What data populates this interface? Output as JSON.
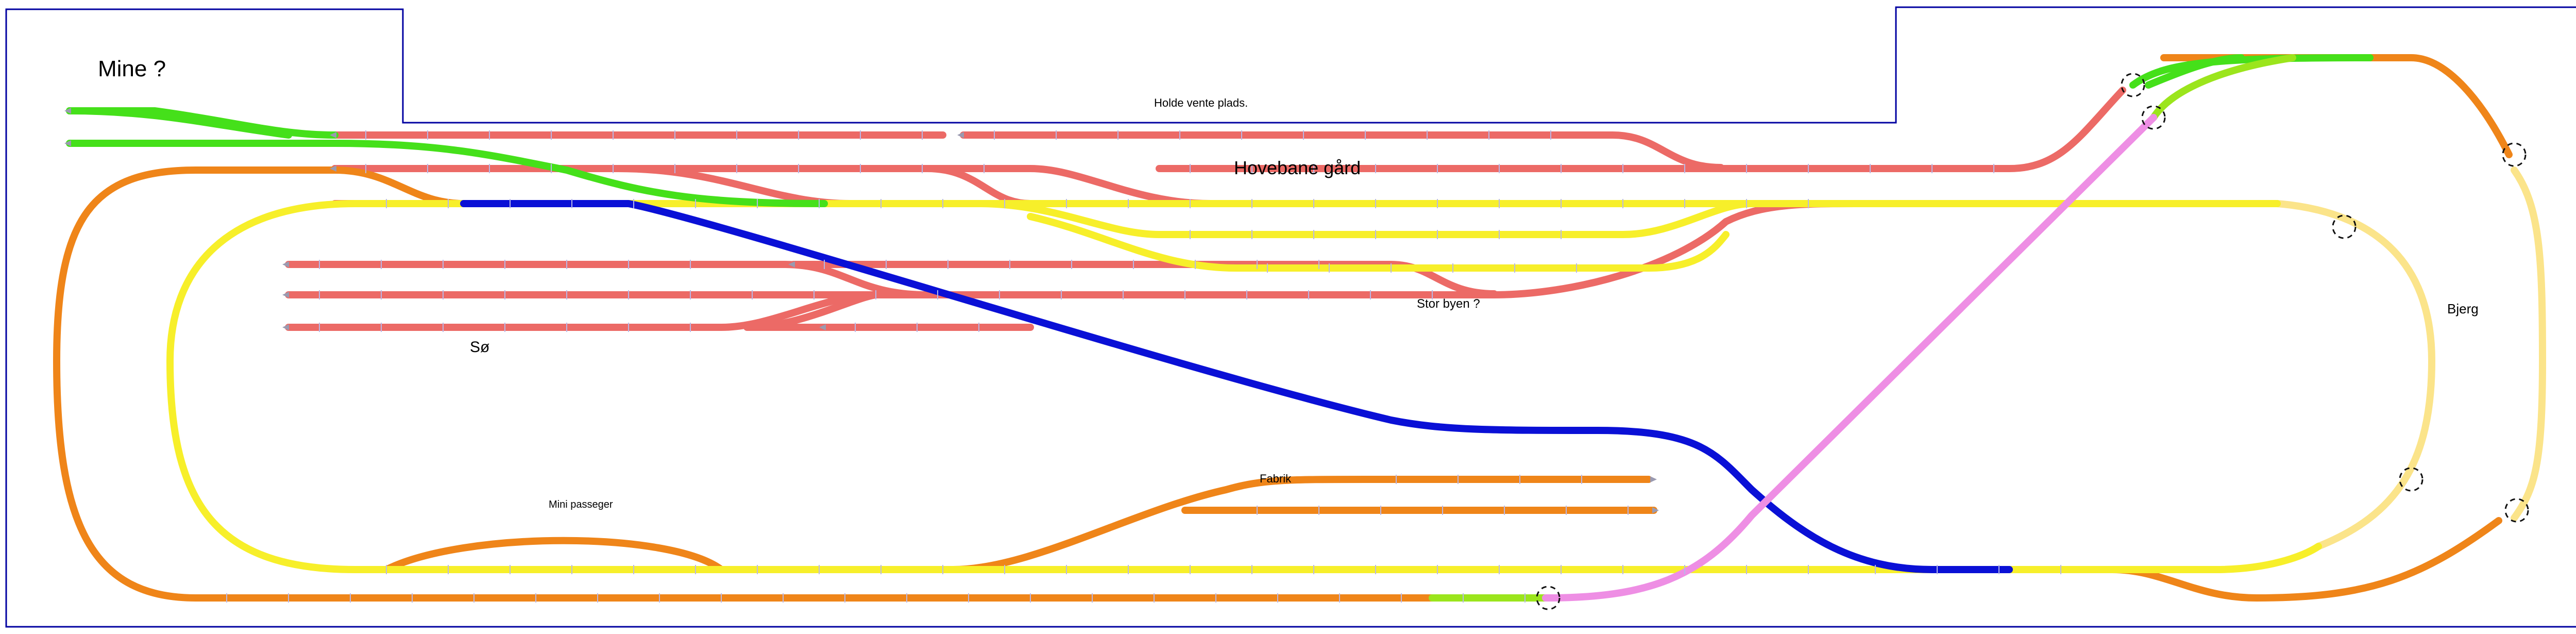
{
  "title": "Mine ?",
  "labels": {
    "holde": "Holde vente plads.",
    "hovebane": "Hovebane gård",
    "soe": "Sø",
    "stor_byen": "Stor byen ?",
    "bjerg": "Bjerg",
    "mini_passeger": "Mini passeger",
    "fabrik": "Fabrik"
  },
  "track_colors": {
    "red_yard": "#ec6a66",
    "yellow_main": "#f7ef2a",
    "yellow_light": "#fbe48a",
    "orange_outer": "#ef8519",
    "blue_diagonal": "#0a10d6",
    "green_branch": "#45e01a",
    "lime_segment": "#9be51c",
    "pink_connector": "#ee8ee4",
    "border": "#0000a0",
    "tie": "#b8b8e8"
  },
  "track_groups": [
    "red-yard-tracks",
    "yellow-main-loop",
    "orange-outer-loop",
    "blue-diagonal",
    "green-branch",
    "pink-connector"
  ]
}
